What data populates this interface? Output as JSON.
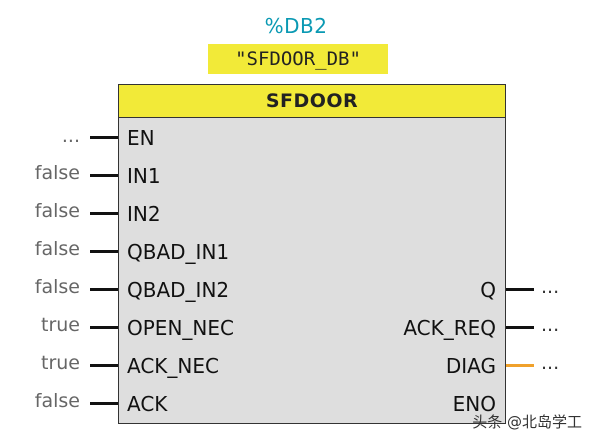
{
  "instance": {
    "db_number": "%DB2",
    "db_name": "\"SFDOOR_DB\""
  },
  "block": {
    "title": "SFDOOR"
  },
  "inputs": [
    {
      "name": "EN",
      "value": "..."
    },
    {
      "name": "IN1",
      "value": "false"
    },
    {
      "name": "IN2",
      "value": "false"
    },
    {
      "name": "QBAD_IN1",
      "value": "false"
    },
    {
      "name": "QBAD_IN2",
      "value": "false"
    },
    {
      "name": "OPEN_NEC",
      "value": "true"
    },
    {
      "name": "ACK_NEC",
      "value": "true"
    },
    {
      "name": "ACK",
      "value": "false"
    }
  ],
  "outputs": [
    {
      "name": "Q",
      "value": "..."
    },
    {
      "name": "ACK_REQ",
      "value": "..."
    },
    {
      "name": "DIAG",
      "value": "...",
      "wire_color": "#f0a12b"
    },
    {
      "name": "ENO",
      "value": ""
    }
  ],
  "watermark": "头条 @北岛学工"
}
